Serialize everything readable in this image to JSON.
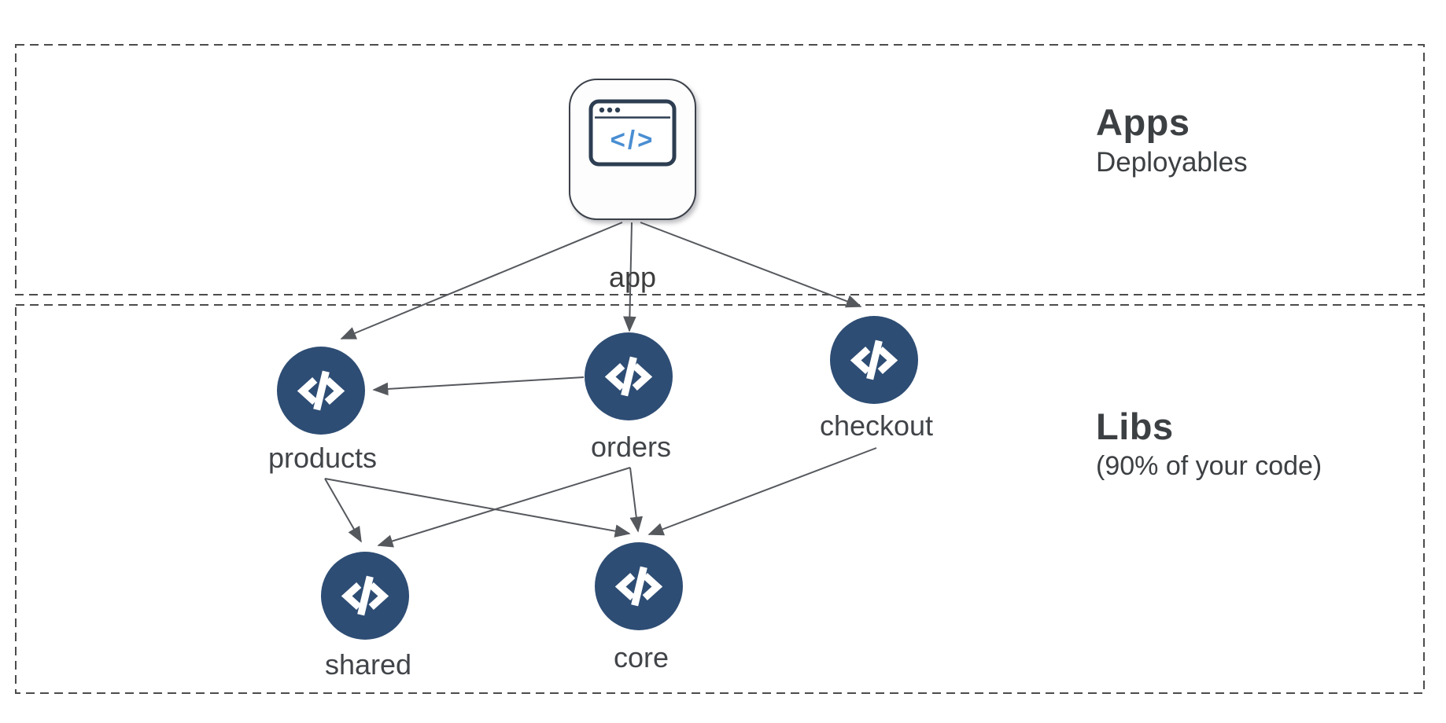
{
  "sections": {
    "apps": {
      "title": "Apps",
      "subtitle": "Deployables"
    },
    "libs": {
      "title": "Libs",
      "subtitle": "(90% of your code)"
    }
  },
  "nodes": {
    "app": {
      "label": "app",
      "type": "application",
      "icon": "browser-code-icon"
    },
    "products": {
      "label": "products",
      "type": "library",
      "icon": "code-icon"
    },
    "orders": {
      "label": "orders",
      "type": "library",
      "icon": "code-icon"
    },
    "checkout": {
      "label": "checkout",
      "type": "library",
      "icon": "code-icon"
    },
    "shared": {
      "label": "shared",
      "type": "library",
      "icon": "code-icon"
    },
    "core": {
      "label": "core",
      "type": "library",
      "icon": "code-icon"
    }
  },
  "edges": [
    {
      "from": "app",
      "to": "products"
    },
    {
      "from": "app",
      "to": "orders"
    },
    {
      "from": "app",
      "to": "checkout"
    },
    {
      "from": "orders",
      "to": "products"
    },
    {
      "from": "products",
      "to": "shared"
    },
    {
      "from": "products",
      "to": "core"
    },
    {
      "from": "orders",
      "to": "shared"
    },
    {
      "from": "orders",
      "to": "core"
    },
    {
      "from": "checkout",
      "to": "core"
    }
  ],
  "colors": {
    "lib_node_fill": "#2e4d74",
    "arrow": "#55585d",
    "section_border": "#4c4c4c",
    "text": "#3d4043",
    "app_icon_blue": "#4a8ed2",
    "app_icon_navy": "#2d3e52"
  }
}
